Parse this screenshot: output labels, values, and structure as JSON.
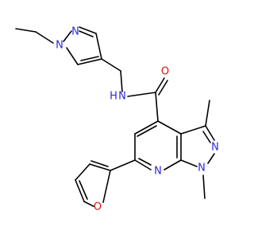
{
  "colors": {
    "background": "#ffffff",
    "bond": "#000000",
    "nitrogen": "#2a2ad6",
    "oxygen": "#e01010"
  },
  "atoms": {
    "n_pyrazole_top": "N",
    "n_pyrazole_ethyl": "N",
    "n_amide": "N",
    "h_amide": "H",
    "o_carbonyl": "O",
    "n_pyrazole_right_upper": "N",
    "n_pyrazole_right_lower": "N",
    "n_pyridine": "N",
    "o_furan": "O"
  }
}
